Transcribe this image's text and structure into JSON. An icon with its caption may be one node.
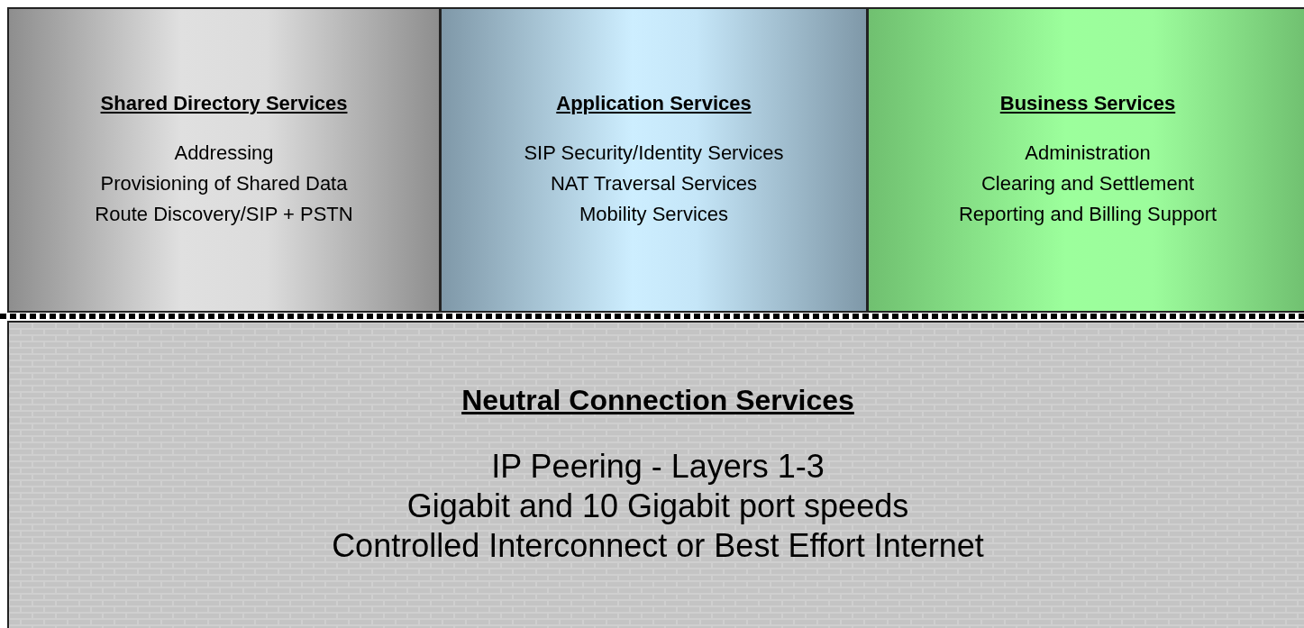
{
  "diagram": {
    "nodes": [
      {
        "text": [
          "Shared Directory Services",
          "Addressing",
          "Provisioning of Shared Data",
          "Route Discovery/SIP + PSTN"
        ]
      },
      {
        "text": [
          "Application Services",
          "SIP Security/Identity Services",
          "NAT Traversal Services",
          "Mobility Services"
        ]
      },
      {
        "text": [
          "Business Services",
          "Administration",
          "Clearing and Settlement",
          "Reporting and Billing Support"
        ]
      },
      {
        "text": [
          "Neutral Connection Services",
          "IP Peering - Layers 1-3",
          "Gigabit and 10 Gigabit port speeds",
          "Controlled Interconnect or Best Effort Internet"
        ]
      }
    ],
    "edges": []
  }
}
